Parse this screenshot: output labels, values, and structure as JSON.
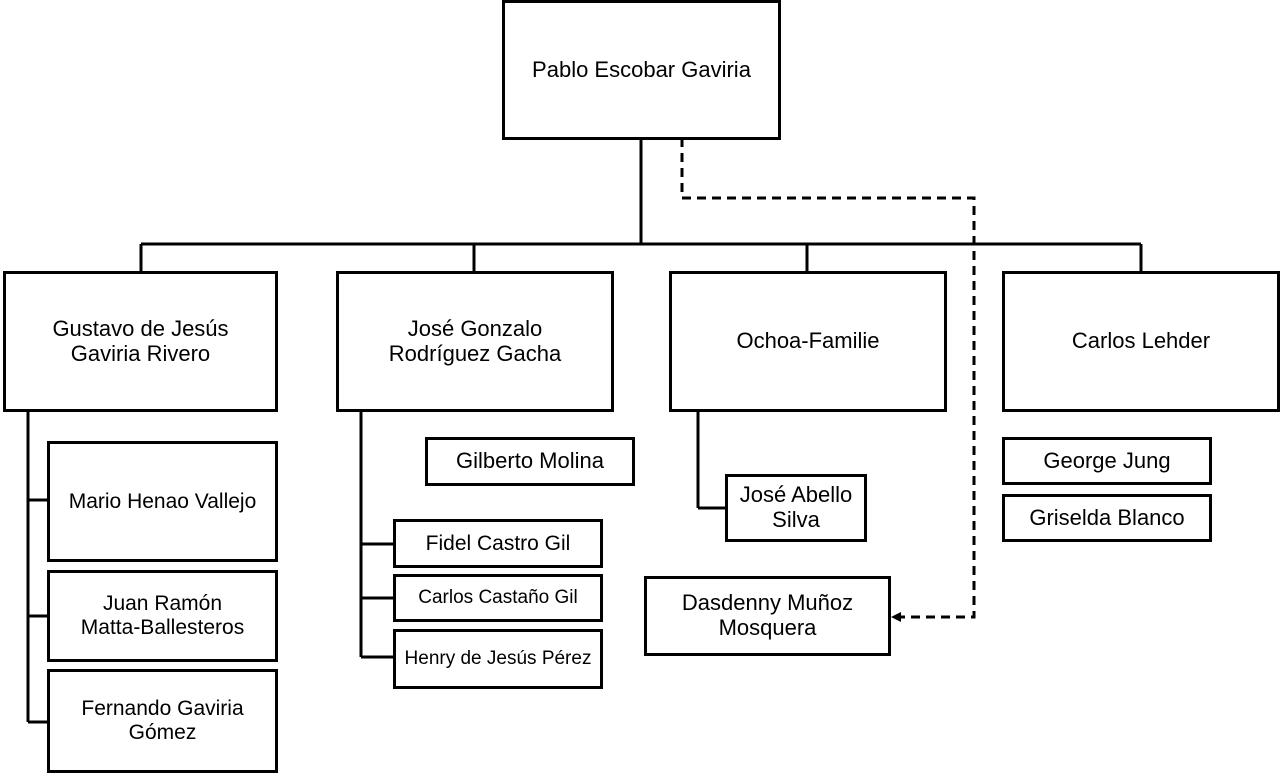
{
  "diagram": {
    "root": "Pablo Escobar Gaviria",
    "branches": [
      {
        "name": "Gustavo de Jesús\nGaviria Rivero",
        "members": [
          "Mario Henao Vallejo",
          "Juan Ramón\nMatta-Ballesteros",
          "Fernando Gaviria\nGómez"
        ]
      },
      {
        "name": "José Gonzalo\nRodríguez Gacha",
        "associate": "Gilberto Molina",
        "members": [
          "Fidel Castro Gil",
          "Carlos Castaño Gil",
          "Henry de Jesús Pérez"
        ]
      },
      {
        "name": "Ochoa-Familie",
        "members": [
          "José Abello\nSilva"
        ]
      },
      {
        "name": "Carlos Lehder",
        "members": [
          "George Jung",
          "Griselda Blanco"
        ]
      }
    ],
    "dashed_link_target": "Dasdenny Muñoz\nMosquera"
  }
}
